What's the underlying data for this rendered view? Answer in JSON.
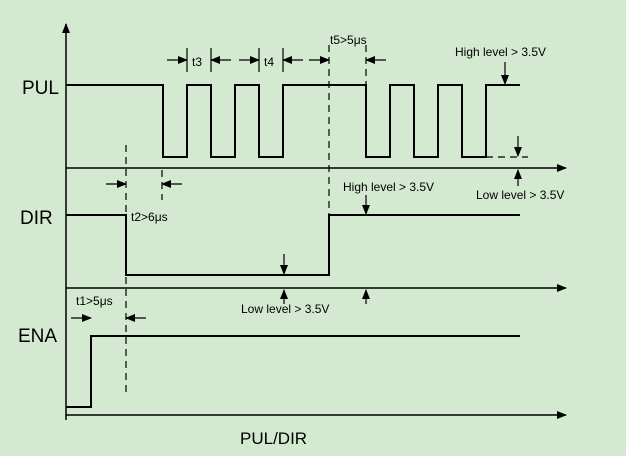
{
  "signals": {
    "pul": "PUL",
    "dir": "DIR",
    "ena": "ENA"
  },
  "axis_label": "PUL/DIR",
  "annotations": {
    "t1": "t1>5μs",
    "t2": "t2>6μs",
    "t3": "t3",
    "t4": "t4",
    "t5": "t5>5μs",
    "pul_high": "High level > 3.5V",
    "pul_low": "Low level > 3.5V",
    "dir_high": "High level > 3.5V",
    "dir_low": "Low level > 3.5V"
  }
}
